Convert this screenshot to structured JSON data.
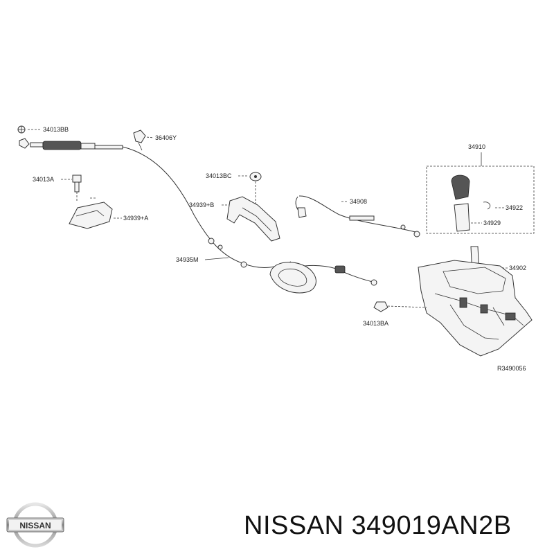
{
  "diagram": {
    "part_labels": {
      "p34013bb": "34013BB",
      "p36406y": "36406Y",
      "p34013a": "34013A",
      "p34939a": "34939+A",
      "p34013bc": "34013BC",
      "p34939b": "34939+B",
      "p34908": "34908",
      "p34910": "34910",
      "p34922": "34922",
      "p34929": "34929",
      "p34935m": "34935M",
      "p34902": "34902",
      "p34013ba": "34013BA"
    },
    "reference_code": "R3490056"
  },
  "brand": {
    "logo_text": "NISSAN",
    "caption": "NISSAN 349019AN2B"
  }
}
